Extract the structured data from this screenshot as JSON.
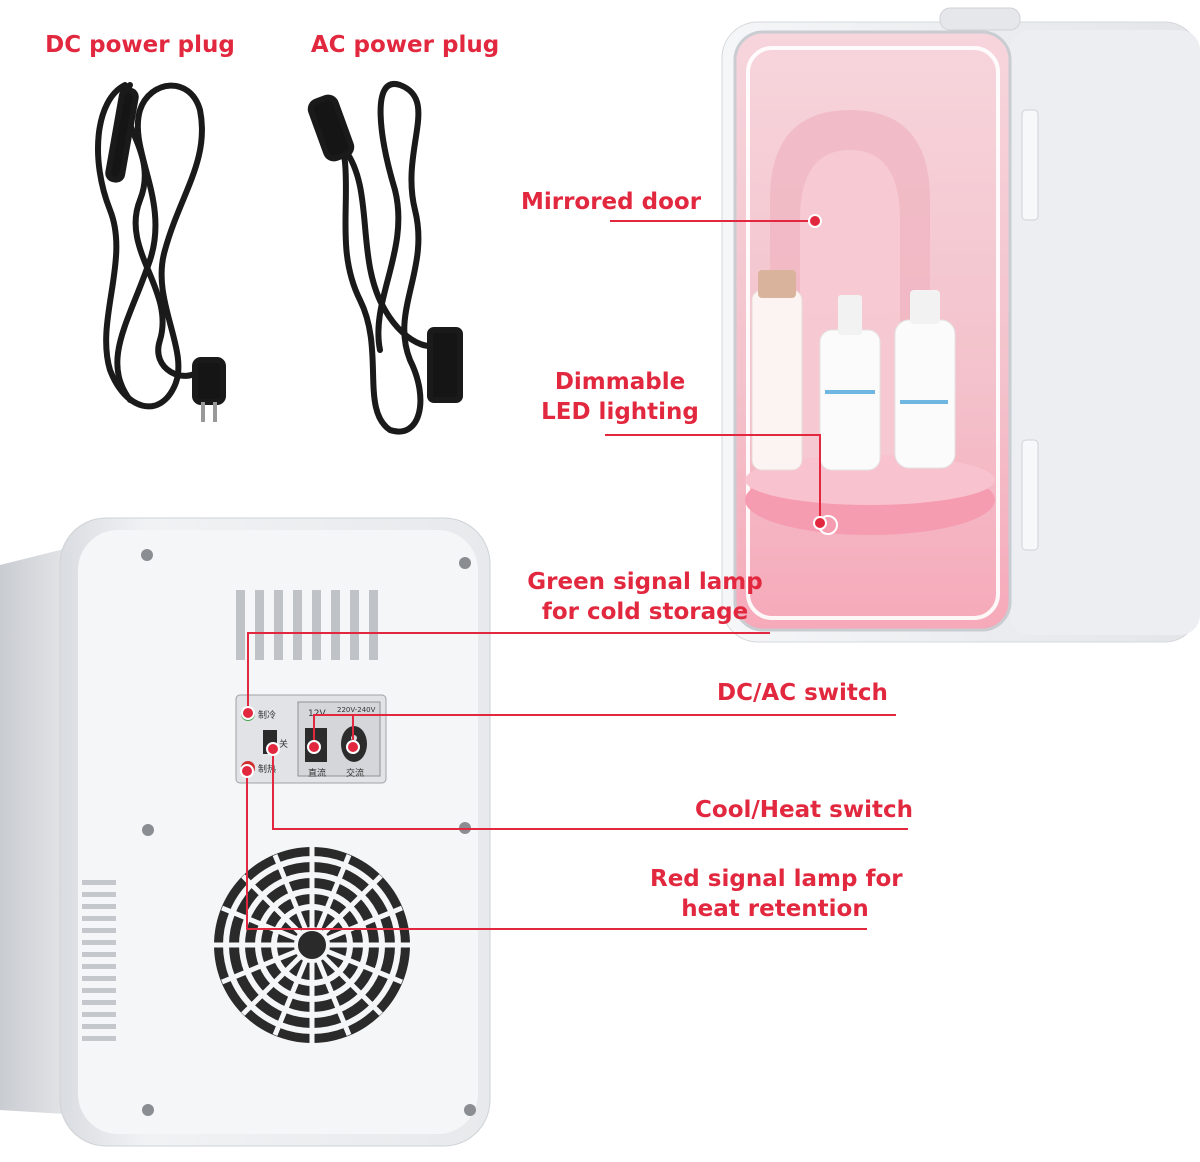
{
  "labels": {
    "dc_plug": "DC power plug",
    "ac_plug": "AC power plug",
    "mirrored_door": "Mirrored door",
    "led_line1": "Dimmable",
    "led_line2": "LED lighting",
    "green_line1": "Green signal lamp",
    "green_line2": "for cold storage",
    "dcac_switch": "DC/AC switch",
    "coolheat_switch": "Cool/Heat switch",
    "red_line1": "Red signal lamp for",
    "red_line2": "heat retention"
  },
  "panel": {
    "cool_label": "制冷",
    "off_label": "关",
    "heat_label": "制热",
    "v12_label": "12V",
    "v220_label": "220V-240V",
    "dc_label": "直流",
    "ac_label": "交流"
  },
  "colors": {
    "accent": "#e2283f",
    "fridge_body": "#eef0f3",
    "interior_pink": "#f4c6cf"
  }
}
